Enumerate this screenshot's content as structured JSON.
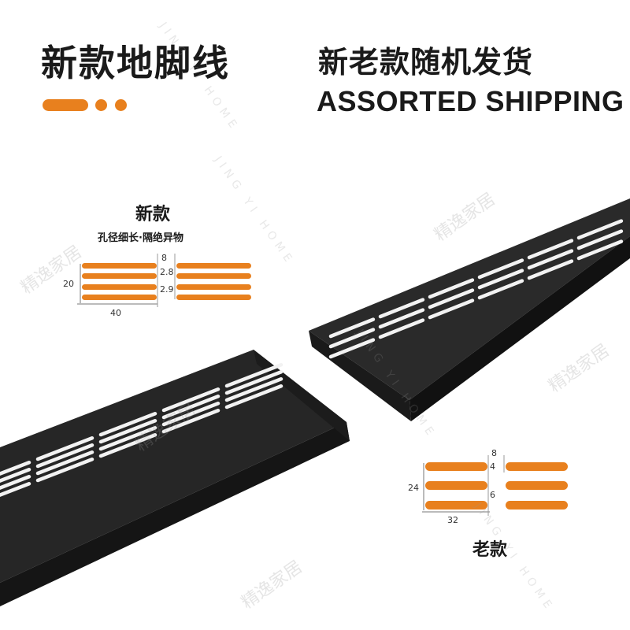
{
  "header": {
    "title_left": "新款地脚线",
    "title_right": "新老款随机发货",
    "subtitle_en": "ASSORTED SHIPPING"
  },
  "new_model": {
    "label": "新款",
    "sublabel": "孔径细长·隔绝异物",
    "dims": {
      "height": "20",
      "gap": "8",
      "slot_a": "2.8",
      "slot_b": "2.9",
      "width": "40"
    }
  },
  "old_model": {
    "label": "老款",
    "dims": {
      "height": "24",
      "gap": "8",
      "slot_a": "4",
      "slot_b": "6",
      "width": "32"
    }
  },
  "watermarks": {
    "cn": "精逸家居",
    "en": "JING YI HOME"
  },
  "colors": {
    "accent": "#E8801E",
    "product": "#242424",
    "text": "#1a1a1a"
  }
}
